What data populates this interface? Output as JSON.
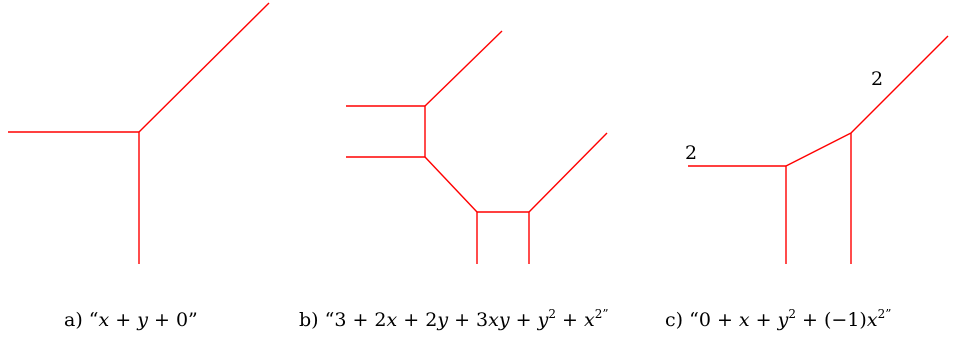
{
  "figures": [
    {
      "id": "a",
      "label": "a)",
      "caption_parts": [
        {
          "t": "“",
          "style": "roman"
        },
        {
          "t": "x",
          "style": "italic"
        },
        {
          "t": " + ",
          "style": "roman"
        },
        {
          "t": "y",
          "style": "italic"
        },
        {
          "t": " + 0”",
          "style": "roman"
        }
      ]
    },
    {
      "id": "b",
      "label": "b)",
      "caption_parts": [
        {
          "t": "“3 + 2",
          "style": "roman"
        },
        {
          "t": "x",
          "style": "italic"
        },
        {
          "t": " + 2",
          "style": "roman"
        },
        {
          "t": "y",
          "style": "italic"
        },
        {
          "t": " + 3",
          "style": "roman"
        },
        {
          "t": "xy",
          "style": "italic"
        },
        {
          "t": " + ",
          "style": "roman"
        },
        {
          "t": "y",
          "style": "italic"
        },
        {
          "t": "2",
          "style": "sup"
        },
        {
          "t": " + ",
          "style": "roman"
        },
        {
          "t": "x",
          "style": "italic"
        },
        {
          "t": "2”",
          "style": "sup"
        }
      ]
    },
    {
      "id": "c",
      "label": "c)",
      "edge_weights": [
        "2",
        "2"
      ],
      "caption_parts": [
        {
          "t": "“0 + ",
          "style": "roman"
        },
        {
          "t": "x",
          "style": "italic"
        },
        {
          "t": " + ",
          "style": "roman"
        },
        {
          "t": "y",
          "style": "italic"
        },
        {
          "t": "2",
          "style": "sup"
        },
        {
          "t": " + (−1)",
          "style": "roman"
        },
        {
          "t": "x",
          "style": "italic"
        },
        {
          "t": "2”",
          "style": "sup"
        }
      ]
    }
  ],
  "colors": {
    "curve": "#ff0000",
    "text": "#000000",
    "background": "#ffffff"
  }
}
